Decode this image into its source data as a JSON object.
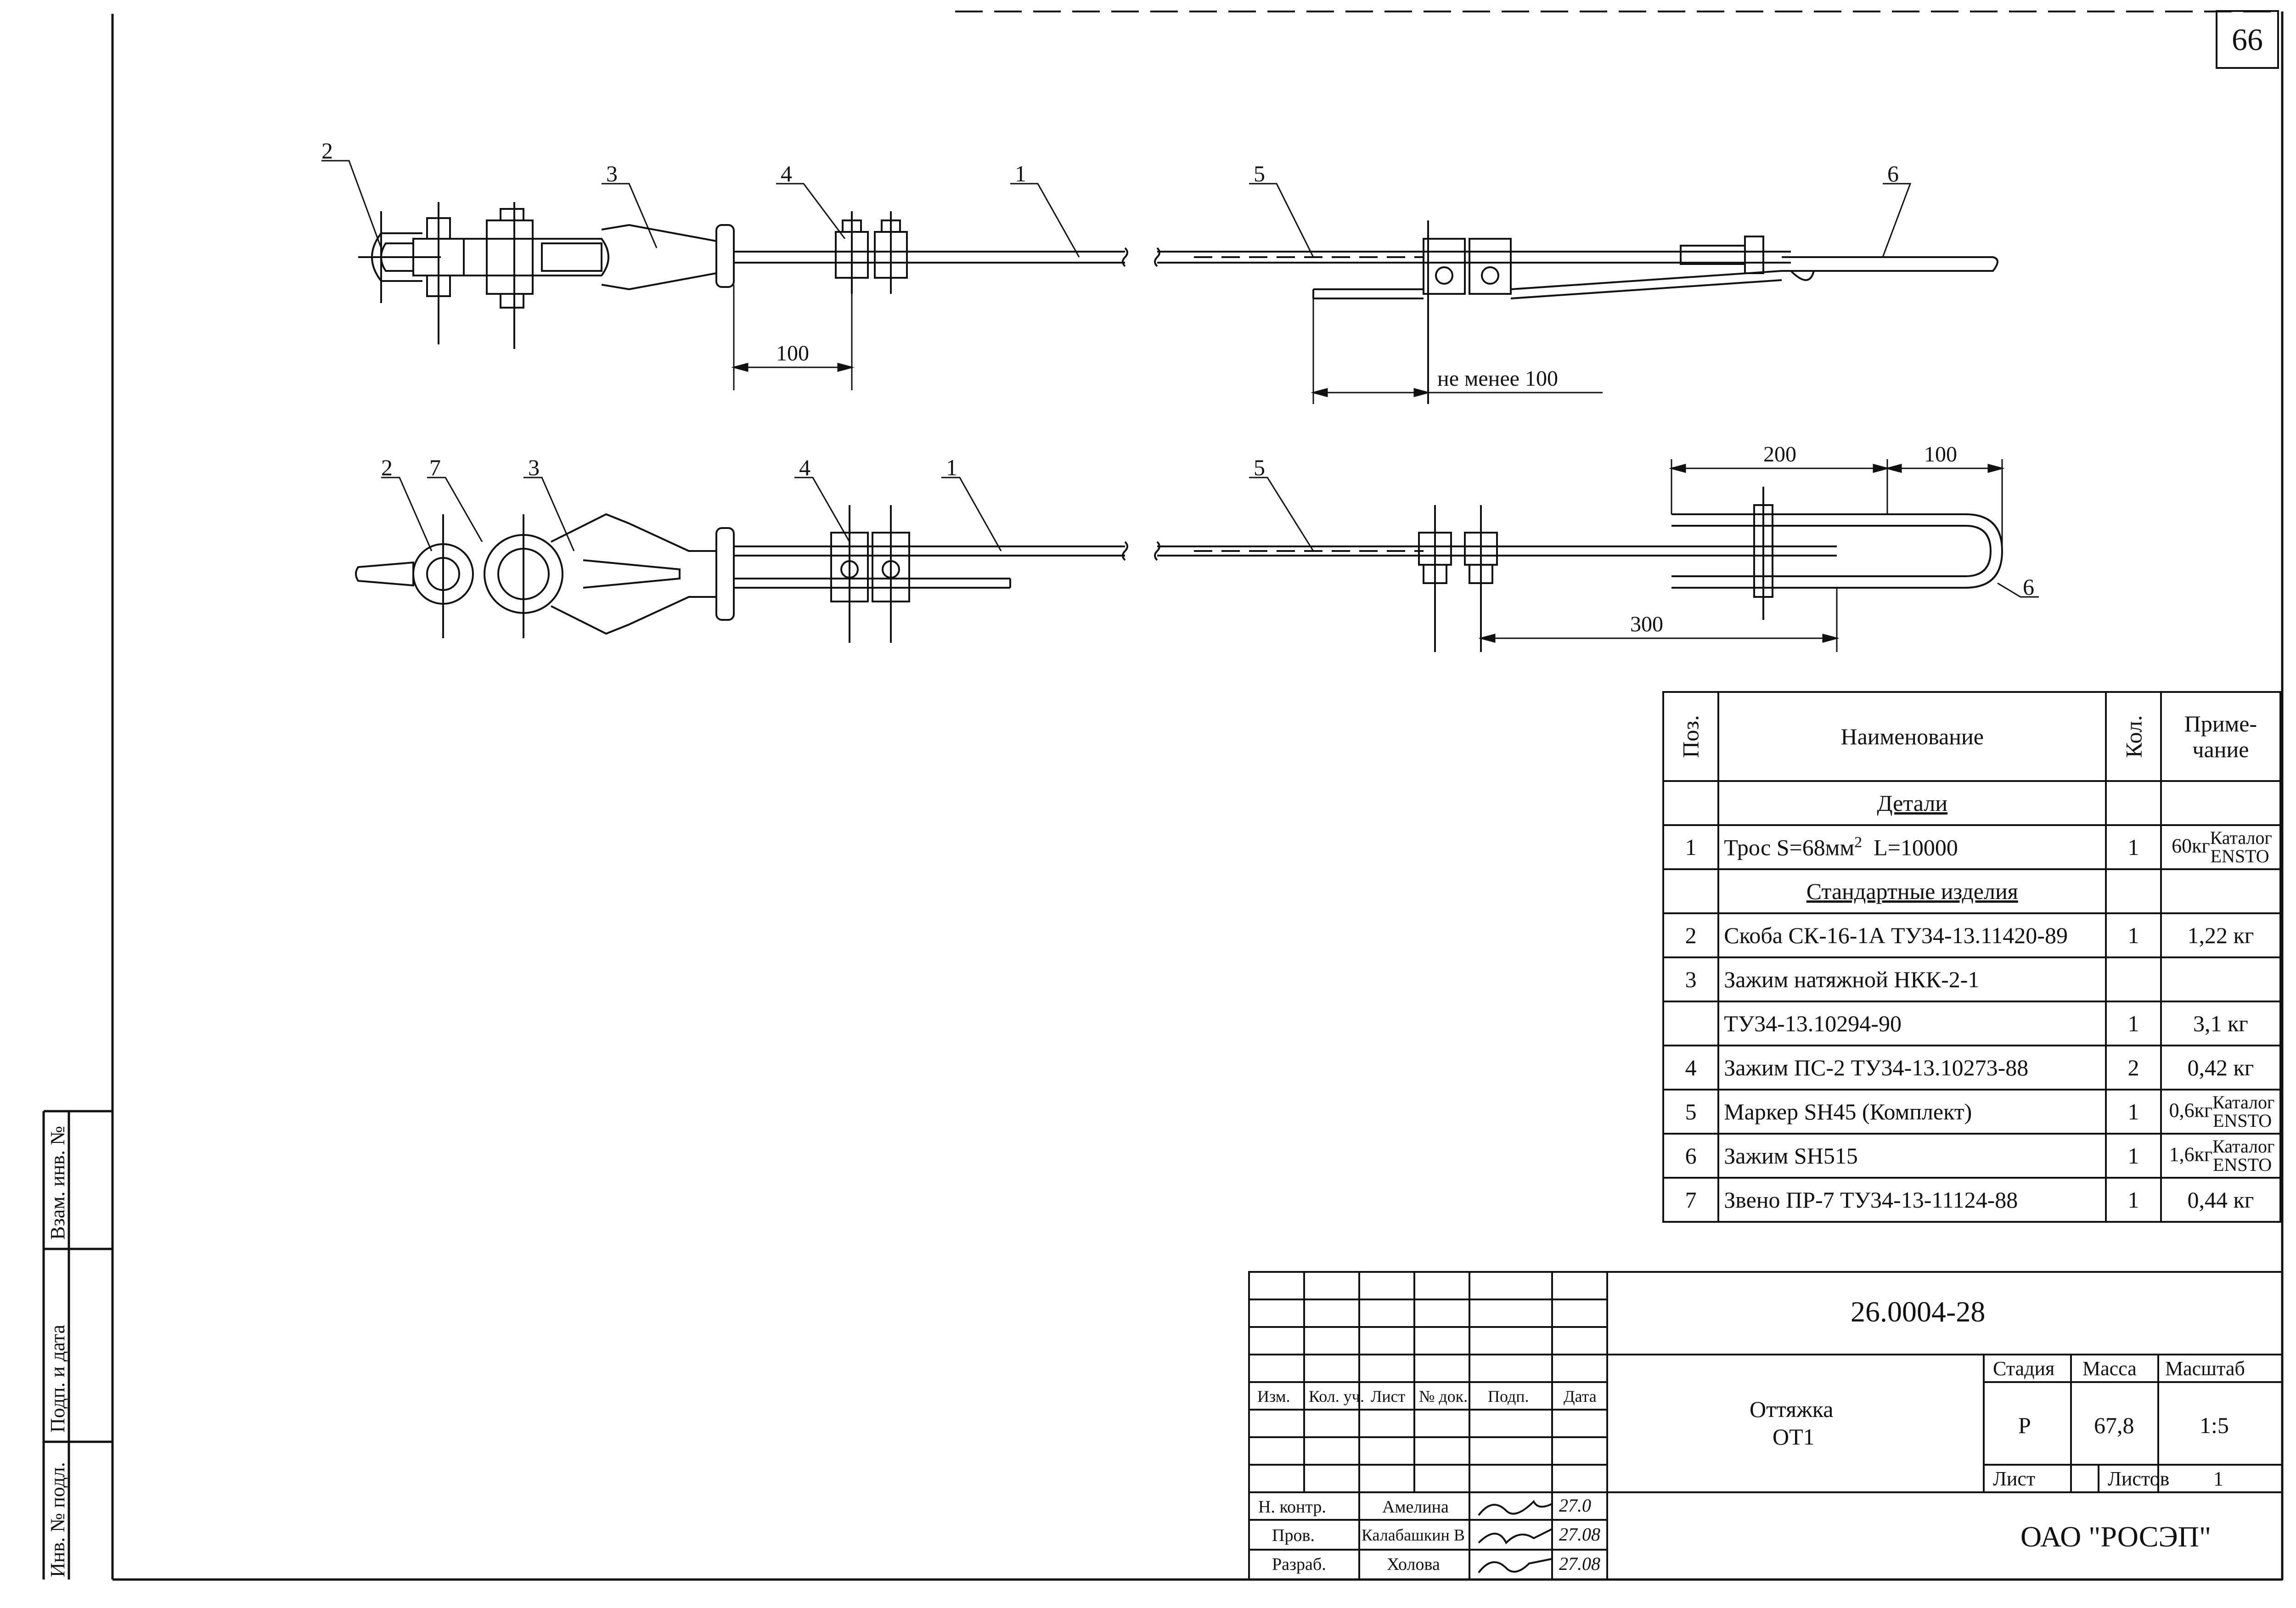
{
  "sheet_number": "66",
  "side_labels": [
    "Взам. инв. №",
    "Подп. и дата",
    "Инв. № подл."
  ],
  "drawing": {
    "top_view": {
      "callouts": [
        "2",
        "3",
        "4",
        "1",
        "5",
        "6"
      ],
      "dim_100": "100",
      "dim_min100": "не менее 100"
    },
    "bottom_view": {
      "callouts": [
        "2",
        "7",
        "3",
        "4",
        "1",
        "5",
        "6"
      ],
      "dim_200": "200",
      "dim_100": "100",
      "dim_300": "300"
    }
  },
  "spec_table": {
    "headers": {
      "pos": "Поз.",
      "name": "Наименование",
      "qty": "Кол.",
      "note": "Приме-\nчание"
    },
    "section_details": "Детали",
    "section_standard": "Стандартные изделия",
    "rows": [
      {
        "pos": "1",
        "name": "Трос S=68мм",
        "sup": "2",
        "name_tail": "L=10000",
        "qty": "1",
        "note_main": "60кг",
        "note_small": "Каталог ENSTO"
      },
      {
        "pos": "2",
        "name": "Скоба СК-16-1А ТУ34-13.11420-89",
        "qty": "1",
        "note": "1,22 кг"
      },
      {
        "pos": "3",
        "name": "Зажим натяжной НКК-2-1",
        "qty": "",
        "note": ""
      },
      {
        "pos": "",
        "name": "ТУ34-13.10294-90",
        "qty": "1",
        "note": "3,1 кг"
      },
      {
        "pos": "4",
        "name": "Зажим ПС-2 ТУ34-13.10273-88",
        "qty": "2",
        "note": "0,42 кг"
      },
      {
        "pos": "5",
        "name": "Маркер SH45 (Комплект)",
        "qty": "1",
        "note_main": "0,6кг",
        "note_small": "Каталог ENSTO"
      },
      {
        "pos": "6",
        "name": "Зажим SH515",
        "qty": "1",
        "note_main": "1,6кг",
        "note_small": "Каталог ENSTO"
      },
      {
        "pos": "7",
        "name": "Звено ПР-7 ТУ34-13-11124-88",
        "qty": "1",
        "note": "0,44 кг"
      }
    ]
  },
  "title_block": {
    "doc_number": "26.0004-28",
    "title_line1": "Оттяжка",
    "title_line2": "ОТ1",
    "col_headers": [
      "Изм.",
      "Кол. уч.",
      "Лист",
      "№ док.",
      "Подп.",
      "Дата"
    ],
    "stage_label": "Стадия",
    "mass_label": "Масса",
    "scale_label": "Масштаб",
    "stage": "Р",
    "mass": "67,8",
    "scale": "1:5",
    "sheet_label": "Лист",
    "sheets_label": "Листов",
    "sheets": "1",
    "company": "ОАО \"РОСЭП\"",
    "signatures": [
      {
        "role": "Н. контр.",
        "name": "Амелина",
        "date": "27.0"
      },
      {
        "role": "Пров.",
        "name": "Калабашкин В",
        "date": "27.08"
      },
      {
        "role": "Разраб.",
        "name": "Холова",
        "date": "27.08"
      }
    ]
  }
}
